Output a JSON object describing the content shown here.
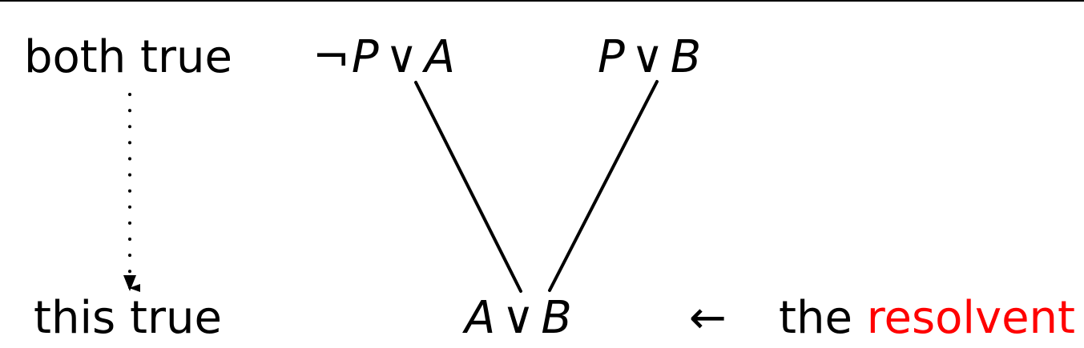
{
  "left_column": {
    "top_label": "both true",
    "bottom_label": "this true"
  },
  "premises": [
    {
      "negated": true,
      "var1": "P",
      "op": "∨",
      "var2": "A"
    },
    {
      "negated": false,
      "var1": "P",
      "op": "∨",
      "var2": "B"
    }
  ],
  "conclusion": {
    "var1": "A",
    "op": "∨",
    "var2": "B"
  },
  "negation_symbol": "¬",
  "annotation": {
    "arrow": "←",
    "prefix": "the",
    "highlight": "resolvent"
  },
  "colors": {
    "text": "#000000",
    "highlight": "#ff0000",
    "background": "#ffffff"
  }
}
